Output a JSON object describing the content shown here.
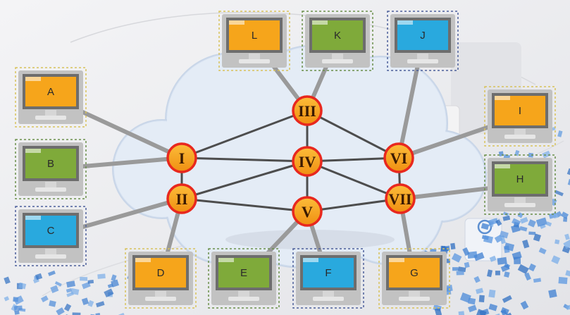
{
  "diagram": {
    "colors": {
      "background": "#ececee",
      "cloud": "#dbe6f3",
      "cloud_edge": "#c9d6e8",
      "link": "#4d4d4d",
      "terminal_link": "#9a9a9a",
      "hub_fill": "#f7a21c",
      "hub_ring": "#e8281e",
      "monitor_frame": "#b9b9b9",
      "monitor_stand": "#d3d3d3",
      "orange": "#f6a51b",
      "green": "#7faa3a",
      "blue": "#29a9de",
      "deco_blue": "#3d7fd1"
    },
    "hubs": [
      {
        "id": "I",
        "label": "I"
      },
      {
        "id": "II",
        "label": "II"
      },
      {
        "id": "III",
        "label": "III"
      },
      {
        "id": "IV",
        "label": "IV"
      },
      {
        "id": "V",
        "label": "V"
      },
      {
        "id": "VI",
        "label": "VI"
      },
      {
        "id": "VII",
        "label": "VII"
      }
    ],
    "terminals": [
      {
        "id": "A",
        "label": "A",
        "color": "orange",
        "hub": "I"
      },
      {
        "id": "B",
        "label": "B",
        "color": "green",
        "hub": "I"
      },
      {
        "id": "C",
        "label": "C",
        "color": "blue",
        "hub": "II"
      },
      {
        "id": "D",
        "label": "D",
        "color": "orange",
        "hub": "II"
      },
      {
        "id": "E",
        "label": "E",
        "color": "green",
        "hub": "V"
      },
      {
        "id": "F",
        "label": "F",
        "color": "blue",
        "hub": "V"
      },
      {
        "id": "G",
        "label": "G",
        "color": "orange",
        "hub": "VII"
      },
      {
        "id": "H",
        "label": "H",
        "color": "green",
        "hub": "VII"
      },
      {
        "id": "I",
        "label": "I",
        "color": "orange",
        "hub": "VI"
      },
      {
        "id": "J",
        "label": "J",
        "color": "blue",
        "hub": "VI"
      },
      {
        "id": "K",
        "label": "K",
        "color": "green",
        "hub": "III"
      },
      {
        "id": "L",
        "label": "L",
        "color": "orange",
        "hub": "III"
      }
    ],
    "hub_links": [
      [
        "I",
        "II"
      ],
      [
        "I",
        "III"
      ],
      [
        "I",
        "IV"
      ],
      [
        "II",
        "IV"
      ],
      [
        "II",
        "V"
      ],
      [
        "III",
        "IV"
      ],
      [
        "III",
        "VI"
      ],
      [
        "IV",
        "V"
      ],
      [
        "IV",
        "VI"
      ],
      [
        "IV",
        "VII"
      ],
      [
        "V",
        "VII"
      ],
      [
        "VI",
        "VII"
      ]
    ]
  }
}
